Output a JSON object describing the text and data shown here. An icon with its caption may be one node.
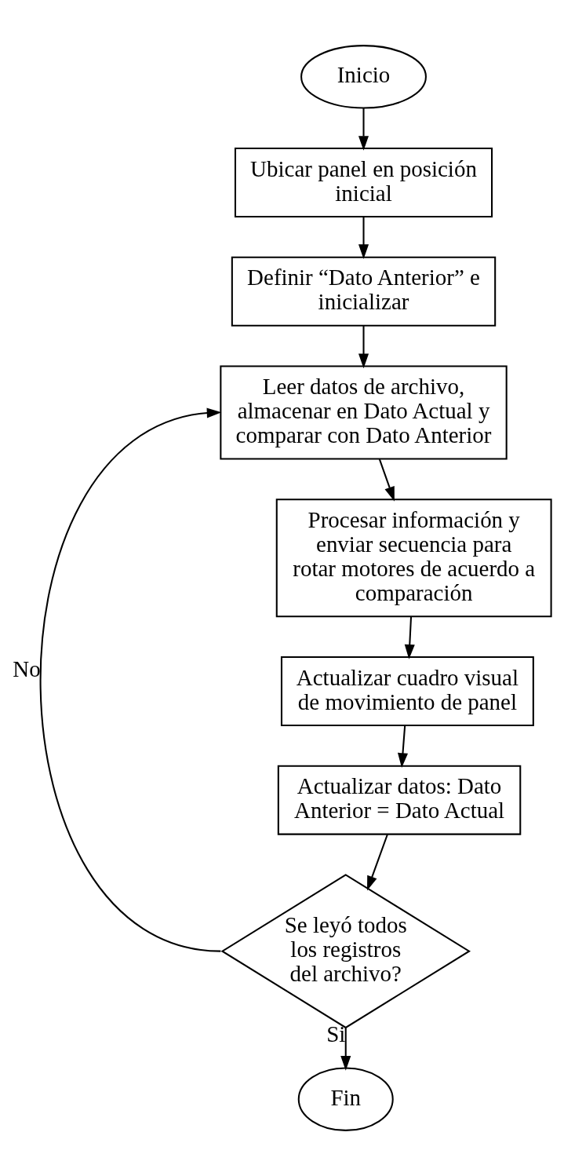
{
  "diagram": {
    "nodes": [
      {
        "text": [
          "Inicio"
        ]
      },
      {
        "text": [
          "Ubicar panel en posición inicial"
        ]
      },
      {
        "text": [
          "Definir “Dato Anterior” e inicializar"
        ]
      },
      {
        "text": [
          "Leer datos de archivo, almacenar en Dato Actual y comparar con Dato Anterior"
        ]
      },
      {
        "text": [
          "Procesar información y enviar secuencia para rotar motores de acuerdo a comparación"
        ]
      },
      {
        "text": [
          "Actualizar cuadro visual de movimiento de panel"
        ]
      },
      {
        "text": [
          "Actualizar datos: Dato Anterior = Dato Actual"
        ]
      },
      {
        "text": [
          "Se leyó todos los registros del archivo?"
        ]
      },
      {
        "text": [
          "Fin"
        ]
      }
    ],
    "edges": [
      {
        "from": 0,
        "to": 1,
        "arrow": "to"
      },
      {
        "from": 1,
        "to": 2,
        "arrow": "to"
      },
      {
        "from": 2,
        "to": 3,
        "arrow": "to"
      },
      {
        "from": 3,
        "to": 4,
        "arrow": "to"
      },
      {
        "from": 4,
        "to": 5,
        "arrow": "to"
      },
      {
        "from": 5,
        "to": 6,
        "arrow": "to"
      },
      {
        "from": 6,
        "to": 7,
        "arrow": "to"
      },
      {
        "from": 7,
        "to": 3,
        "label": "No",
        "arrow": "to"
      },
      {
        "from": 7,
        "to": 8,
        "label": "Si",
        "arrow": "to"
      }
    ]
  }
}
